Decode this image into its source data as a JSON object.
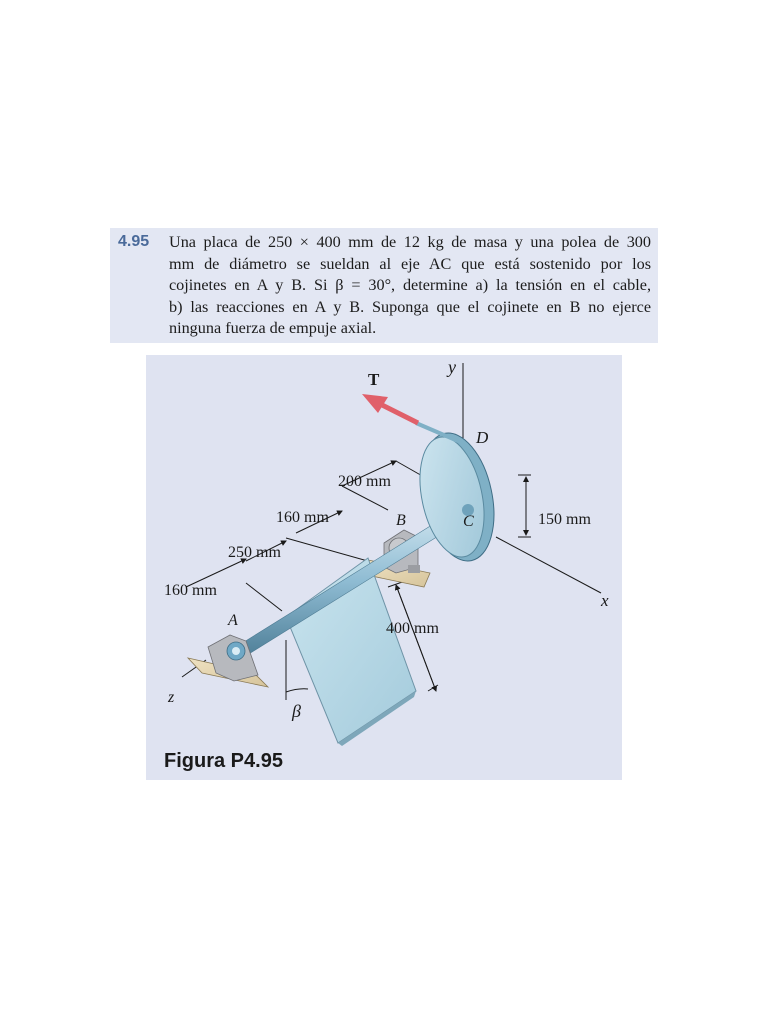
{
  "problem": {
    "number": "4.95",
    "lines": [
      "Una placa de 250 × 400 mm de 12 kg de masa y una polea de 300",
      "mm de diámetro se sueldan al eje AC que está sostenido por los",
      "cojinetes en A y B. Si β = 30°, determine a) la tensión en el cable,",
      "b) las reacciones en A y B. Suponga que el cojinete en B no ejerce",
      "ninguna fuerza de empuje axial."
    ]
  },
  "figure": {
    "caption": "Figura P4.95",
    "labels": {
      "force": "T",
      "axis_y": "y",
      "axis_x": "x",
      "axis_z": "z",
      "point_D": "D",
      "point_C": "C",
      "point_B": "B",
      "point_A": "A",
      "angle": "β",
      "dim_200": "200 mm",
      "dim_160_top": "160 mm",
      "dim_250": "250 mm",
      "dim_160_left": "160 mm",
      "dim_150": "150 mm",
      "dim_400": "400 mm"
    }
  },
  "colors": {
    "box_background": "#e3e7f3",
    "figure_background": "#dfe3f1",
    "number_color": "#4a6a9a",
    "force_arrow": "#e0606a"
  }
}
